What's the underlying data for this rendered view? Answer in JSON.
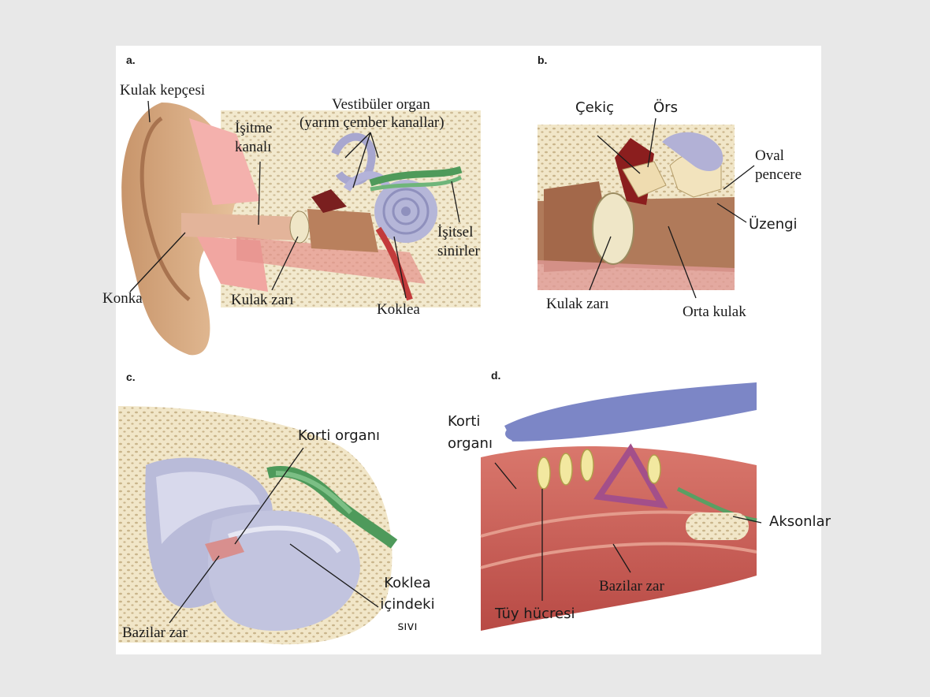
{
  "panels": {
    "a": "a.",
    "b": "b.",
    "c": "c.",
    "d": "d."
  },
  "panel_a": {
    "kulak_kepcesi": "Kulak kepçesi",
    "isitme_kanali_1": "İşitme",
    "isitme_kanali_2": "kanalı",
    "vestibuler_1": "Vestibüler organ",
    "vestibuler_2": "(yarım çember kanallar)",
    "konka": "Konka",
    "kulak_zari": "Kulak zarı",
    "koklea": "Koklea",
    "isitsel_1": "İşitsel",
    "isitsel_2": "sinirler"
  },
  "panel_b": {
    "cekic": "Çekiç",
    "ors": "Örs",
    "oval_1": "Oval",
    "oval_2": "pencere",
    "uzengi": "Üzengi",
    "kulak_zari": "Kulak zarı",
    "orta_kulak": "Orta kulak"
  },
  "panel_c": {
    "korti_organi": "Korti organı",
    "koklea_1": "Koklea",
    "koklea_2": "içindeki",
    "koklea_3": "sıvı",
    "bazilar_zar": "Bazilar zar"
  },
  "panel_d": {
    "korti_1": "Korti",
    "korti_2": "organı",
    "aksonlar": "Aksonlar",
    "bazilar_zar": "Bazilar zar",
    "tuy_hucresi": "Tüy hücresi"
  }
}
